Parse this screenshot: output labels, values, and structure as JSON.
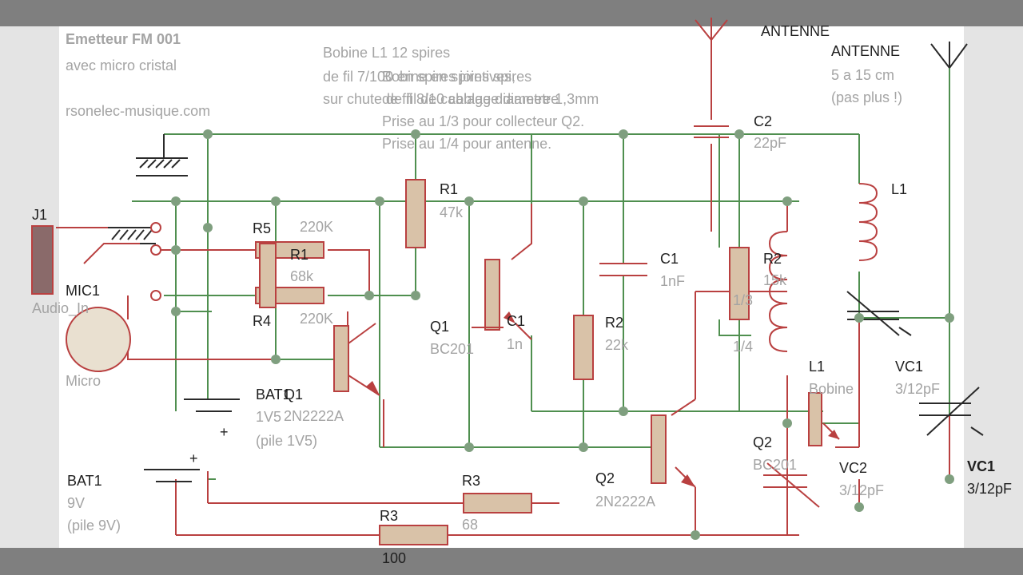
{
  "title": "Emetteur FM 001",
  "subtitle": "avec micro cristal",
  "website": "rsonelec-musique.com",
  "note_coil_1": "Bobine L1   12 spires",
  "note_coil_2": "de fil 7/100 en spires jointives,",
  "note_coil_3": "sur chute de fil de cablage diametre 1,3mm",
  "note_overlay_1": "Bobine en spires spires",
  "note_overlay_2": "de fil 8/10 cablage diametre",
  "note_prise_q2": "Prise au 1/3 pour collecteur Q2.",
  "note_prise_ant": "Prise au 1/4 pour antenne.",
  "antenna_1": "ANTENNE",
  "antenna_2": "ANTENNE",
  "antenna_len": "5 a 15 cm",
  "antenna_note": "(pas plus !)",
  "components": {
    "j1": "J1",
    "audio_in": "Audio_In",
    "mic1": "MIC1",
    "micro": "Micro",
    "r5": "R5",
    "r5_val": "220K",
    "r1a": "R1",
    "r1a_val": "68k",
    "r4": "R4",
    "r4_val": "220K",
    "r1b": "R1",
    "r1b_val": "47k",
    "q1a": "Q1",
    "q1a_val": "BC201",
    "c1a": "C1",
    "c1a_val": "1n",
    "c1b": "C1",
    "c1b_val": "1nF",
    "r2a": "R2",
    "r2a_val": "22k",
    "r2b": "R2",
    "r2b_val": "15k",
    "tap_1_3": "1/3",
    "tap_1_4": "1/4",
    "c2": "C2",
    "c2_val": "22pF",
    "l1a": "L1",
    "l1b": "L1",
    "l1b_val": "Bobine",
    "vc1a": "VC1",
    "vc1a_val": "3/12pF",
    "vc1b": "VC1",
    "vc1b_val": "3/12pF",
    "vc2": "VC2",
    "vc2_val": "3/12pF",
    "q2a": "Q2",
    "q2a_val": "BC201",
    "q2b": "Q2",
    "q2b_val": "2N2222A",
    "q1b": "Q1",
    "q1b_val": "2N2222A",
    "bat1a": "BAT1",
    "bat1a_val": "1V5",
    "bat1a_note": "(pile 1V5)",
    "bat1b": "BAT1",
    "bat1b_val": "9V",
    "bat1b_note": "(pile 9V)",
    "r3a": "R3",
    "r3a_val": "68",
    "r3b": "R3",
    "r3b_val": "100",
    "plus": "+"
  },
  "colors": {
    "bar": "#7f7f7f",
    "wire_red": "#b94040",
    "wire_green": "#4f8f4f",
    "resistor_fill": "#d9c2a8",
    "text_dark": "#1f1f1f",
    "text_light": "#a4a4a4"
  }
}
